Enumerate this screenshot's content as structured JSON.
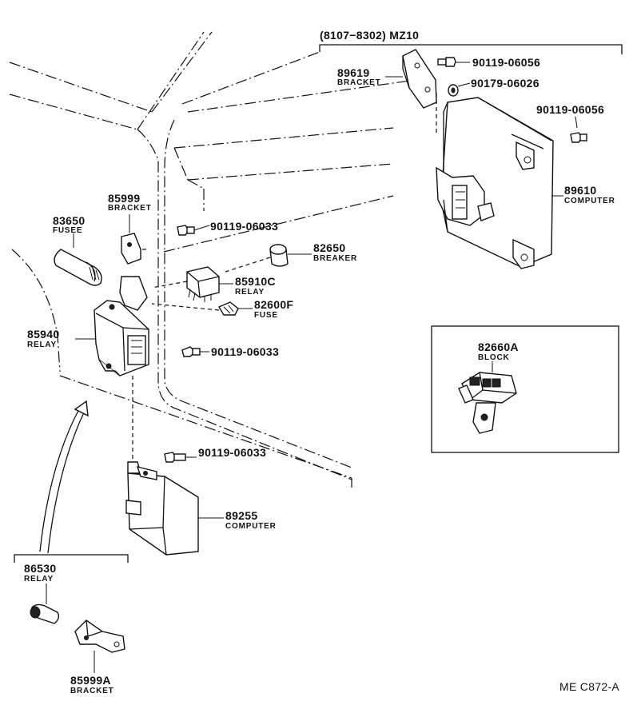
{
  "header_label": "(8107−8302) MZ10",
  "figure_code": "ME C872-A",
  "parts": {
    "p89619": {
      "number": "89619",
      "name": "BRACKET"
    },
    "p90119_a": {
      "number": "90119-06056"
    },
    "p90179": {
      "number": "90179-06026"
    },
    "p90119_b": {
      "number": "90119-06056"
    },
    "p89610": {
      "number": "89610",
      "name": "COMPUTER"
    },
    "p85999": {
      "number": "85999",
      "name": "BRACKET"
    },
    "p83650": {
      "number": "83650",
      "name": "FUSEE"
    },
    "p90119_c": {
      "number": "90119-06033"
    },
    "p82650": {
      "number": "82650",
      "name": "BREAKER"
    },
    "p85910c": {
      "number": "85910C",
      "name": "RELAY"
    },
    "p82600f": {
      "number": "82600F",
      "name": "FUSE"
    },
    "p85940": {
      "number": "85940",
      "name": "RELAY"
    },
    "p90119_d": {
      "number": "90119-06033"
    },
    "p82660a": {
      "number": "82660A",
      "name": "BLOCK"
    },
    "p90119_e": {
      "number": "90119-06033"
    },
    "p89255": {
      "number": "89255",
      "name": "COMPUTER"
    },
    "p86530": {
      "number": "86530",
      "name": "RELAY"
    },
    "p85999a": {
      "number": "85999A",
      "name": "BRACKET"
    }
  }
}
